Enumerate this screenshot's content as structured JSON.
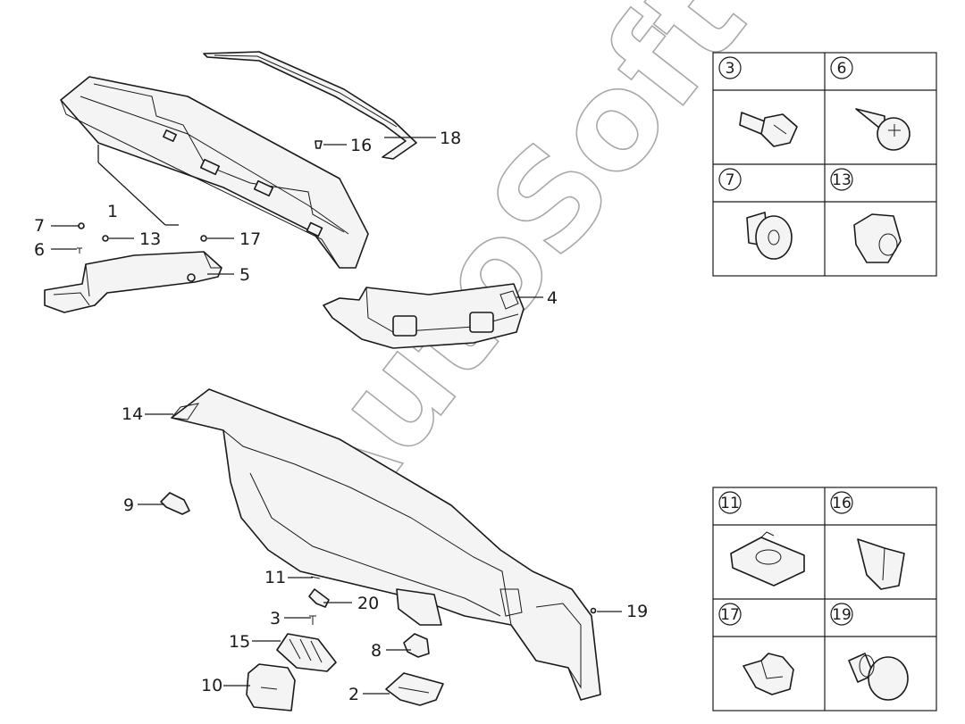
{
  "watermark": "AutoSoft",
  "callouts": {
    "c1": "1",
    "c2": "2",
    "c3": "3",
    "c4": "4",
    "c5": "5",
    "c6": "6",
    "c7": "7",
    "c8": "8",
    "c9": "9",
    "c10": "10",
    "c11": "11",
    "c13": "13",
    "c14": "14",
    "c15": "15",
    "c16": "16",
    "c17": "17",
    "c18": "18",
    "c19": "19",
    "c20": "20"
  },
  "legend_top": [
    "3",
    "6",
    "7",
    "13"
  ],
  "legend_bottom": [
    "11",
    "16",
    "17",
    "19"
  ]
}
